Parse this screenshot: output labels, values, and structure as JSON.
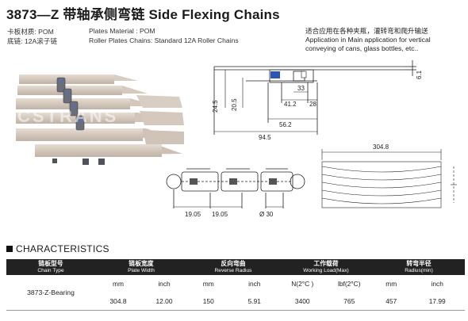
{
  "title": "3873—Z 带轴承侧弯链  Side Flexing Chains",
  "specs": {
    "cn_material": "卡板材质: POM",
    "en_material": "Plates Material : POM",
    "cn_chain": "底链:  12A滚子链",
    "en_chain": "Roller Plates Chains: Standard 12A Roller Chains"
  },
  "description": {
    "cn": "适合应用在各种夹瓶，灌转弯和爬升输送",
    "en1": "Application in Main application for vertical",
    "en2": "conveying of cans, glass bottles, etc.."
  },
  "watermark": "CSTRANS",
  "dimensions": {
    "d61": "6.1",
    "d33": "33",
    "d245": "24.5",
    "d205": "20.5",
    "d412": "41.2",
    "d28": "28",
    "d562": "56.2",
    "d945": "94.5",
    "d3048": "304.8",
    "p1": "19.05",
    "p2": "19.05",
    "dia": "Ø 30"
  },
  "characteristics": {
    "heading": "CHARACTERISTICS",
    "headers": [
      {
        "cn": "链板型号",
        "en": "Chain Type"
      },
      {
        "cn": "链板宽度",
        "en": "Plate Width"
      },
      {
        "cn": "反向弯曲",
        "en": "Reverse Radius"
      },
      {
        "cn": "工作载荷",
        "en": "Working Load(Max)"
      },
      {
        "cn": "转弯半径",
        "en": "Radius(min)"
      }
    ],
    "units": [
      "mm",
      "inch",
      "mm",
      "inch",
      "N(2°C )",
      "lbf(2°C)",
      "mm",
      "inch"
    ],
    "row": {
      "type": "3873-Z-Bearing",
      "values": [
        "304.8",
        "12.00",
        "150",
        "5.91",
        "3400",
        "765",
        "457",
        "17.99"
      ]
    }
  }
}
